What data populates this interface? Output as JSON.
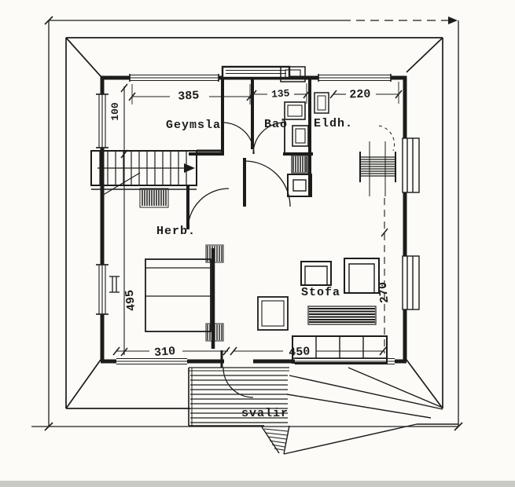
{
  "drawing": {
    "type": "hand-drawn architectural floor plan, upper storey with hip roof and balcony",
    "language": "Icelandic",
    "ink_color": "#1c1c1a",
    "paper_color": "#fcfbf8",
    "scan_edge_color": "#c9c9c6"
  },
  "rooms": {
    "storage": {
      "label": "Geymsla"
    },
    "bath": {
      "label": "Bað"
    },
    "kitchen": {
      "label": "Eldh."
    },
    "bedroom": {
      "label": "Herb."
    },
    "living": {
      "label": "Stofa"
    },
    "balcony": {
      "label": "svalir"
    }
  },
  "dimensions_cm": {
    "storage_width": "385",
    "entry_width": "135",
    "kitchen_width": "220",
    "storage_depth": "100",
    "bedroom_depth": "495",
    "bedroom_width": "310",
    "living_width": "450",
    "living_depth": "270"
  }
}
